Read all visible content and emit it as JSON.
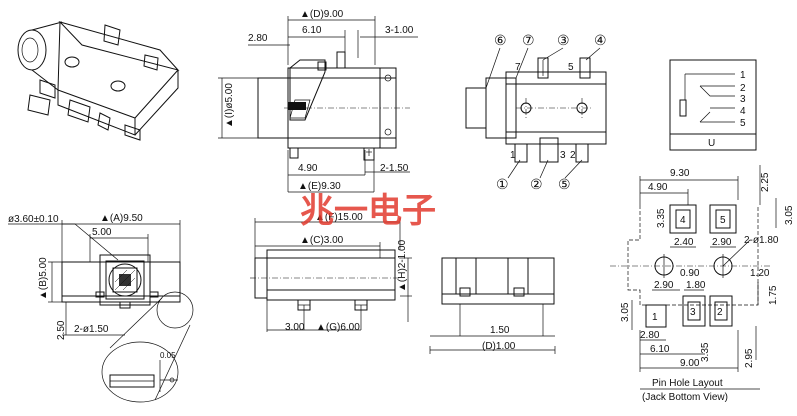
{
  "top_side_view": {
    "width_dim": "▲(D)9.00",
    "left_dim": "2.80",
    "inner_dim": "6.10",
    "right_dim": "3-1.00",
    "height_dim": "▲(I)ø5.00",
    "bottom_left_dim": "4.90",
    "bottom_right_dim": "2-1.50",
    "bottom_dim": "▲(E)9.30"
  },
  "top_plan_view": {
    "callouts": [
      "⑥",
      "⑦",
      "③",
      "④",
      "①",
      "②",
      "⑤"
    ],
    "pin_numbers": [
      "7",
      "5",
      "1",
      "3",
      "2"
    ]
  },
  "schematic": {
    "pins": [
      "1",
      "2",
      "3",
      "4",
      "5"
    ],
    "label": "U"
  },
  "front_view": {
    "hole_dim": "ø3.60±0.10",
    "width_dim": "▲(A)9.50",
    "inner_dim": "5.00",
    "height_dim": "▲(B)5.00",
    "pin_height_dim": "2.50",
    "pin_dim": "2-ø1.50",
    "detail_dim": "0.05"
  },
  "bottom_side_view": {
    "length_dim": "▲(F)15.00",
    "jack_dim": "▲(C)3.00",
    "height_dim": "▲(H)2-1.00",
    "left_dim": "3.00",
    "right_dim": "▲(G)6.00"
  },
  "end_view": {
    "width_dim": "1.50",
    "bottom_dim": "(D)1.00"
  },
  "pin_layout": {
    "top_dims": [
      "9.30",
      "4.90"
    ],
    "right_top_dims": [
      "2.25",
      "3.05"
    ],
    "left_dims": [
      "3.35",
      "2.40"
    ],
    "middle_dims": [
      "2.90",
      "2-ø1.80"
    ],
    "center_dims": [
      "0.90",
      "1.20"
    ],
    "lower_dims": [
      "2.90",
      "1.80",
      "1.75"
    ],
    "lower_left_dims": [
      "3.05",
      "2.80",
      "6.10",
      "3.35"
    ],
    "bottom_dim": "9.00",
    "right_bottom_dim": "2.95",
    "pad_labels": [
      "4",
      "5",
      "3",
      "2",
      "1"
    ],
    "caption_line1": "Pin Hole Layout",
    "caption_line2": "(Jack Bottom View)"
  },
  "watermark": "兆一电子"
}
